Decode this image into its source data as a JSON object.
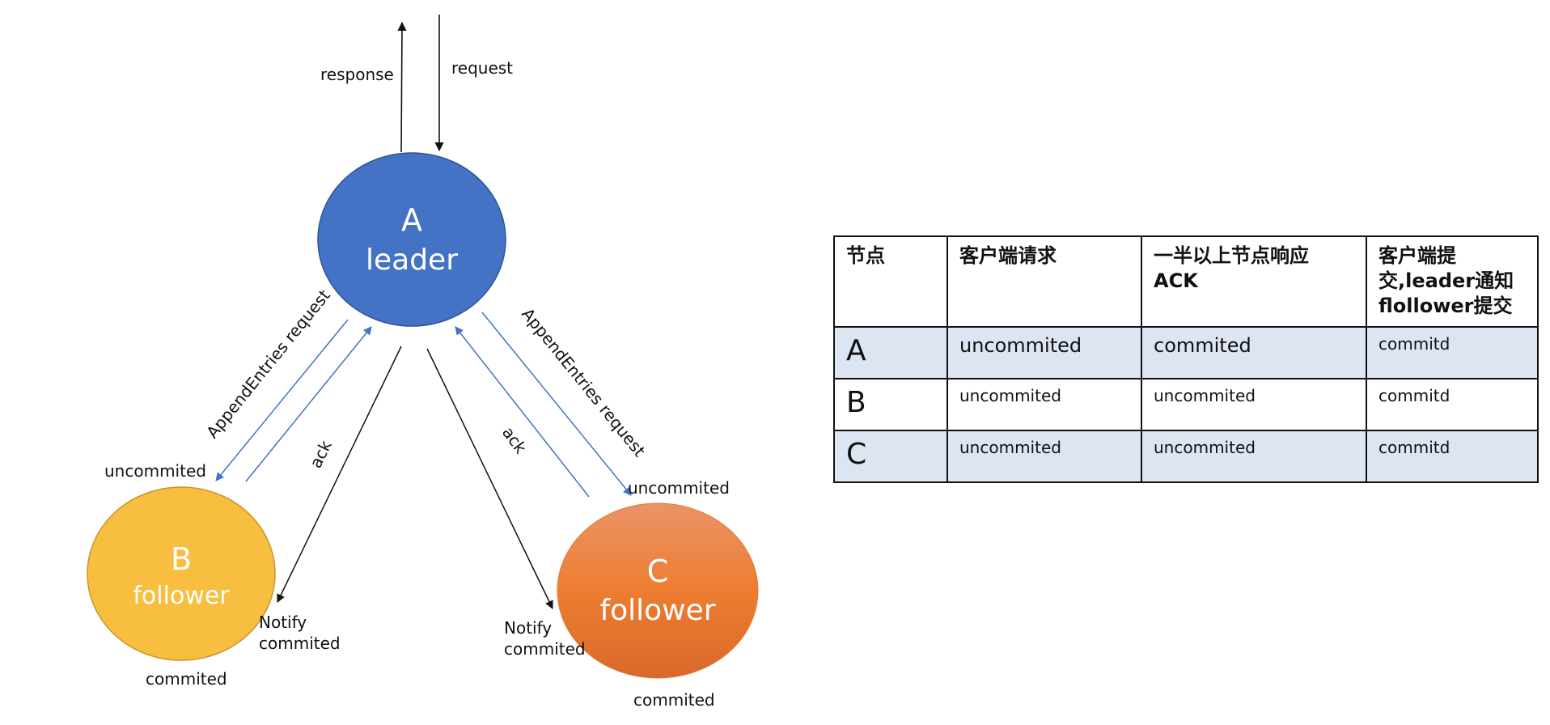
{
  "diagram": {
    "top_arrows": {
      "response": "response",
      "request": "request"
    },
    "nodes": {
      "a": {
        "letter": "A",
        "role": "leader",
        "color": "#4472c4"
      },
      "b": {
        "letter": "B",
        "role": "follower",
        "color": "#f7be40"
      },
      "c": {
        "letter": "C",
        "role": "follower",
        "color": "#ea7a38"
      }
    },
    "edges": {
      "append_left": "AppendEntries request",
      "append_right": "AppendEntries request",
      "ack_left": "ack",
      "ack_right": "ack",
      "notify_left": [
        "Notify",
        "commited"
      ],
      "notify_right": [
        "Notify",
        "commited"
      ]
    },
    "state_labels": {
      "b_top": "uncommited",
      "b_bottom": "commited",
      "c_top": "uncommited",
      "c_bottom": "commited"
    },
    "colors": {
      "append_arrow": "#4472c4",
      "black_arrow": "#111111"
    }
  },
  "table": {
    "headers": [
      "节点",
      "客户端请求",
      "一半以上节点响应ACK",
      "客户端提交,leader通知flollower提交"
    ],
    "header_lines": [
      [
        "节点"
      ],
      [
        "客户端请求"
      ],
      [
        "一半以上节点响应",
        "ACK"
      ],
      [
        "客户端提",
        "交,leader通知",
        "flollower提交"
      ]
    ],
    "rows": [
      {
        "node": "A",
        "cells": [
          "uncommited",
          "commited",
          "commitd"
        ]
      },
      {
        "node": "B",
        "cells": [
          "uncommited",
          "uncommited",
          "commitd"
        ]
      },
      {
        "node": "C",
        "cells": [
          "uncommited",
          "uncommited",
          "commitd"
        ]
      }
    ],
    "band_color": "#dde4f2"
  }
}
